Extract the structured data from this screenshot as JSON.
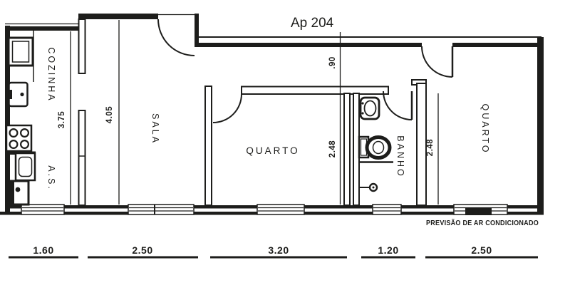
{
  "title": "Ap 204",
  "annotation": "PREVISÃO DE AR CONDICIONADO",
  "rooms": {
    "cozinha": "COZINHA",
    "as_area": "A.S.",
    "sala": "SALA",
    "quarto1": "QUARTO",
    "banho": "BANHO",
    "quarto2": "QUARTO"
  },
  "dims": {
    "cozinha_depth": "3.75",
    "sala_depth": "4.05",
    "hall_width": ".90",
    "quarto1_depth": "2.48",
    "quarto2_depth": "2.48",
    "bottom": [
      "1.60",
      "2.50",
      "3.20",
      "1.20",
      "2.50"
    ]
  },
  "colors": {
    "ink": "#1d1d1b",
    "paper": "#ffffff"
  }
}
